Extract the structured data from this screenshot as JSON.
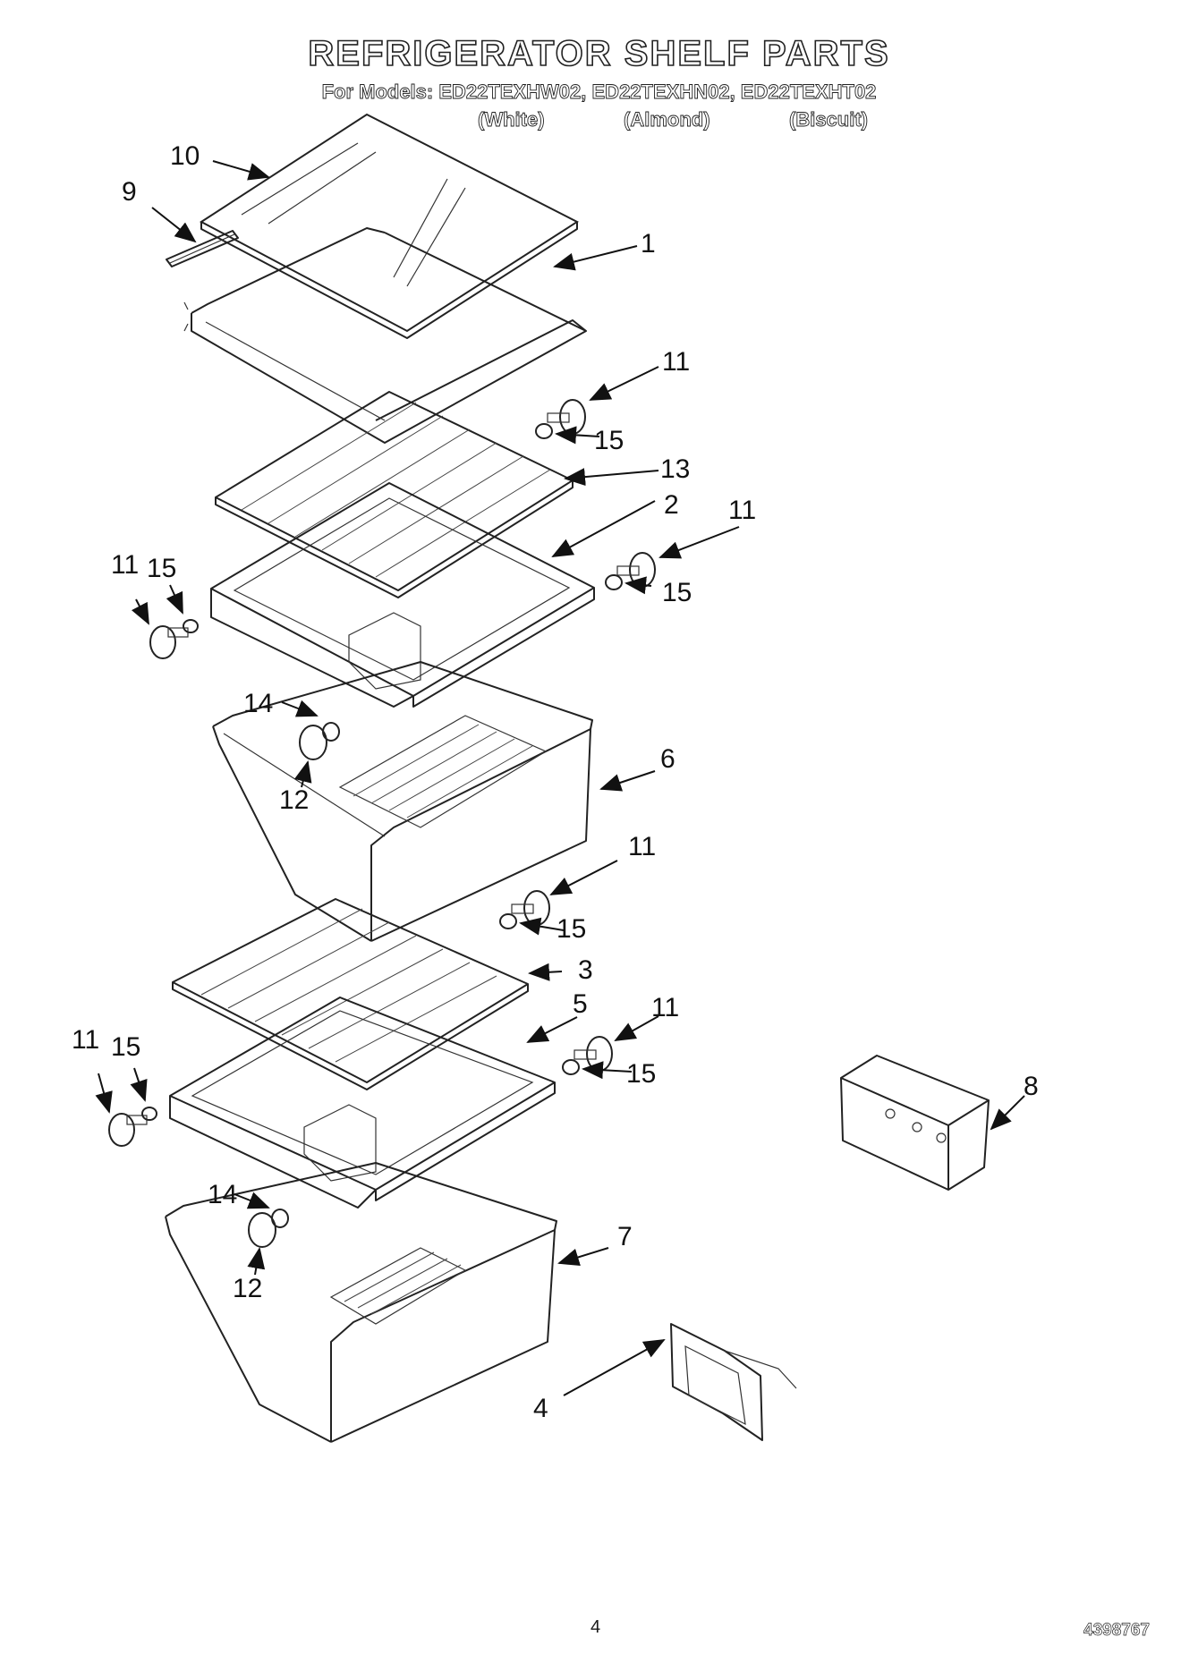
{
  "title": "REFRIGERATOR SHELF PARTS",
  "models_line": "For Models: ED22TEXHW02, ED22TEXHN02, ED22TEXHT02",
  "finishes": [
    "(White)",
    "(Almond)",
    "(Biscuit)"
  ],
  "callouts": {
    "c10": "10",
    "c9": "9",
    "c1": "1",
    "c11a": "11",
    "c15a": "15",
    "c13": "13",
    "c2": "2",
    "c11b": "11",
    "c15b": "15",
    "c11c": "11",
    "c15c": "15",
    "c14a": "14",
    "c12a": "12",
    "c6": "6",
    "c11d": "11",
    "c15d": "15",
    "c3": "3",
    "c5": "5",
    "c11e": "11",
    "c15e": "15",
    "c11f": "11",
    "c15f": "15",
    "c8": "8",
    "c14b": "14",
    "c12b": "12",
    "c7": "7",
    "c4": "4"
  },
  "footer": {
    "page_number": "4",
    "doc_number": "4398767"
  }
}
